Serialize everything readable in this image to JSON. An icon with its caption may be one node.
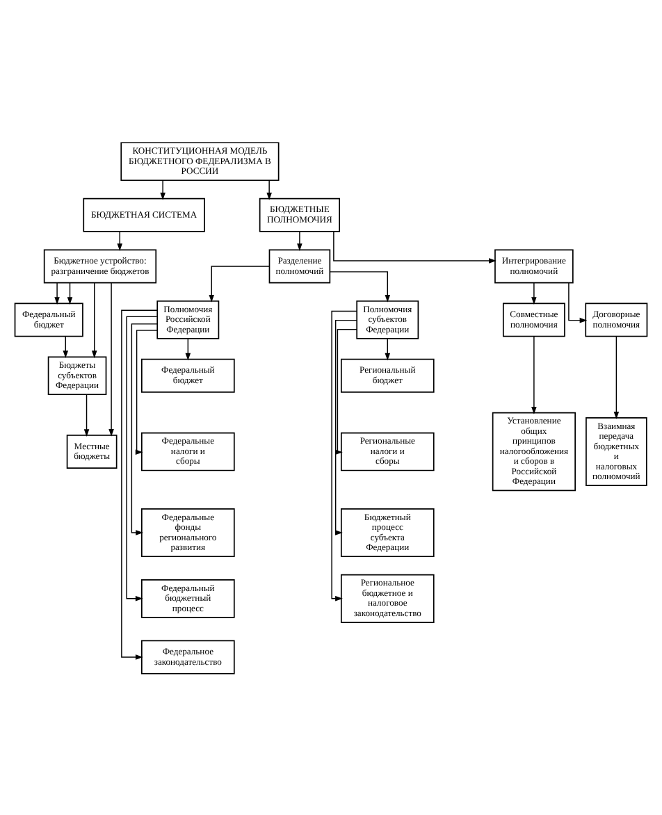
{
  "diagram": {
    "nodes": [
      {
        "text": [
          "КОНСТИТУЦИОННАЯ МОДЕЛЬ БЮДЖЕТНОГО ФЕДЕРАЛИЗМА В РОССИИ"
        ]
      },
      {
        "text": [
          "БЮДЖЕТНАЯ СИСТЕМА"
        ]
      },
      {
        "text": [
          "БЮДЖЕТНЫЕ ПОЛНОМОЧИЯ"
        ]
      },
      {
        "text": [
          "Бюджетное устройство: разграничение бюджетов"
        ]
      },
      {
        "text": [
          "Разделение полномочий"
        ]
      },
      {
        "text": [
          "Интегрирование полномочий"
        ]
      },
      {
        "text": [
          "Федеральный бюджет"
        ]
      },
      {
        "text": [
          "Бюджеты субъектов Федерации"
        ]
      },
      {
        "text": [
          "Местные бюджеты"
        ]
      },
      {
        "text": [
          "Полномочия Российской Федерации"
        ]
      },
      {
        "text": [
          "Полномочия субъектов Федерации"
        ]
      },
      {
        "text": [
          "Совместные полномочия"
        ]
      },
      {
        "text": [
          "Договорные полномочия"
        ]
      },
      {
        "text": [
          "Федеральный бюджет"
        ]
      },
      {
        "text": [
          "Федеральные налоги и сборы"
        ]
      },
      {
        "text": [
          "Федеральные фонды регионального развития"
        ]
      },
      {
        "text": [
          "Федеральный бюджетный процесс"
        ]
      },
      {
        "text": [
          "Федеральное законодательство"
        ]
      },
      {
        "text": [
          "Региональный бюджет"
        ]
      },
      {
        "text": [
          "Региональные налоги и сборы"
        ]
      },
      {
        "text": [
          "Бюджетный процесс субъекта Федерации"
        ]
      },
      {
        "text": [
          "Региональное бюджетное и налоговое законодательство"
        ]
      },
      {
        "text": [
          "Установление общих принципов налогообложения и сборов в Российской Федерации"
        ]
      },
      {
        "text": [
          "Взаимная передача бюджетных и налоговых полномочий"
        ]
      }
    ],
    "edges": [
      {
        "from": 0,
        "to": 1,
        "arrow": "to"
      },
      {
        "from": 0,
        "to": 2,
        "arrow": "to"
      },
      {
        "from": 1,
        "to": 3,
        "arrow": "to"
      },
      {
        "from": 2,
        "to": 4,
        "arrow": "to"
      },
      {
        "from": 2,
        "to": 5,
        "arrow": "to"
      },
      {
        "from": 3,
        "to": 6,
        "arrow": "to"
      },
      {
        "from": 3,
        "to": 6,
        "arrow": "to"
      },
      {
        "from": 3,
        "to": 7,
        "arrow": "to"
      },
      {
        "from": 3,
        "to": 8,
        "arrow": "to"
      },
      {
        "from": 6,
        "to": 7,
        "arrow": "to"
      },
      {
        "from": 7,
        "to": 8,
        "arrow": "to"
      },
      {
        "from": 4,
        "to": 9,
        "arrow": "to"
      },
      {
        "from": 4,
        "to": 10,
        "arrow": "to"
      },
      {
        "from": 5,
        "to": 11,
        "arrow": "to"
      },
      {
        "from": 5,
        "to": 12,
        "arrow": "to"
      },
      {
        "from": 9,
        "to": 13,
        "arrow": "to"
      },
      {
        "from": 9,
        "to": 14,
        "arrow": "to"
      },
      {
        "from": 9,
        "to": 15,
        "arrow": "to"
      },
      {
        "from": 9,
        "to": 16,
        "arrow": "to"
      },
      {
        "from": 9,
        "to": 17,
        "arrow": "to"
      },
      {
        "from": 10,
        "to": 18,
        "arrow": "to"
      },
      {
        "from": 10,
        "to": 19,
        "arrow": "to"
      },
      {
        "from": 10,
        "to": 20,
        "arrow": "to"
      },
      {
        "from": 10,
        "to": 21,
        "arrow": "to"
      },
      {
        "from": 11,
        "to": 22,
        "arrow": "to"
      },
      {
        "from": 12,
        "to": 23,
        "arrow": "to"
      }
    ]
  }
}
